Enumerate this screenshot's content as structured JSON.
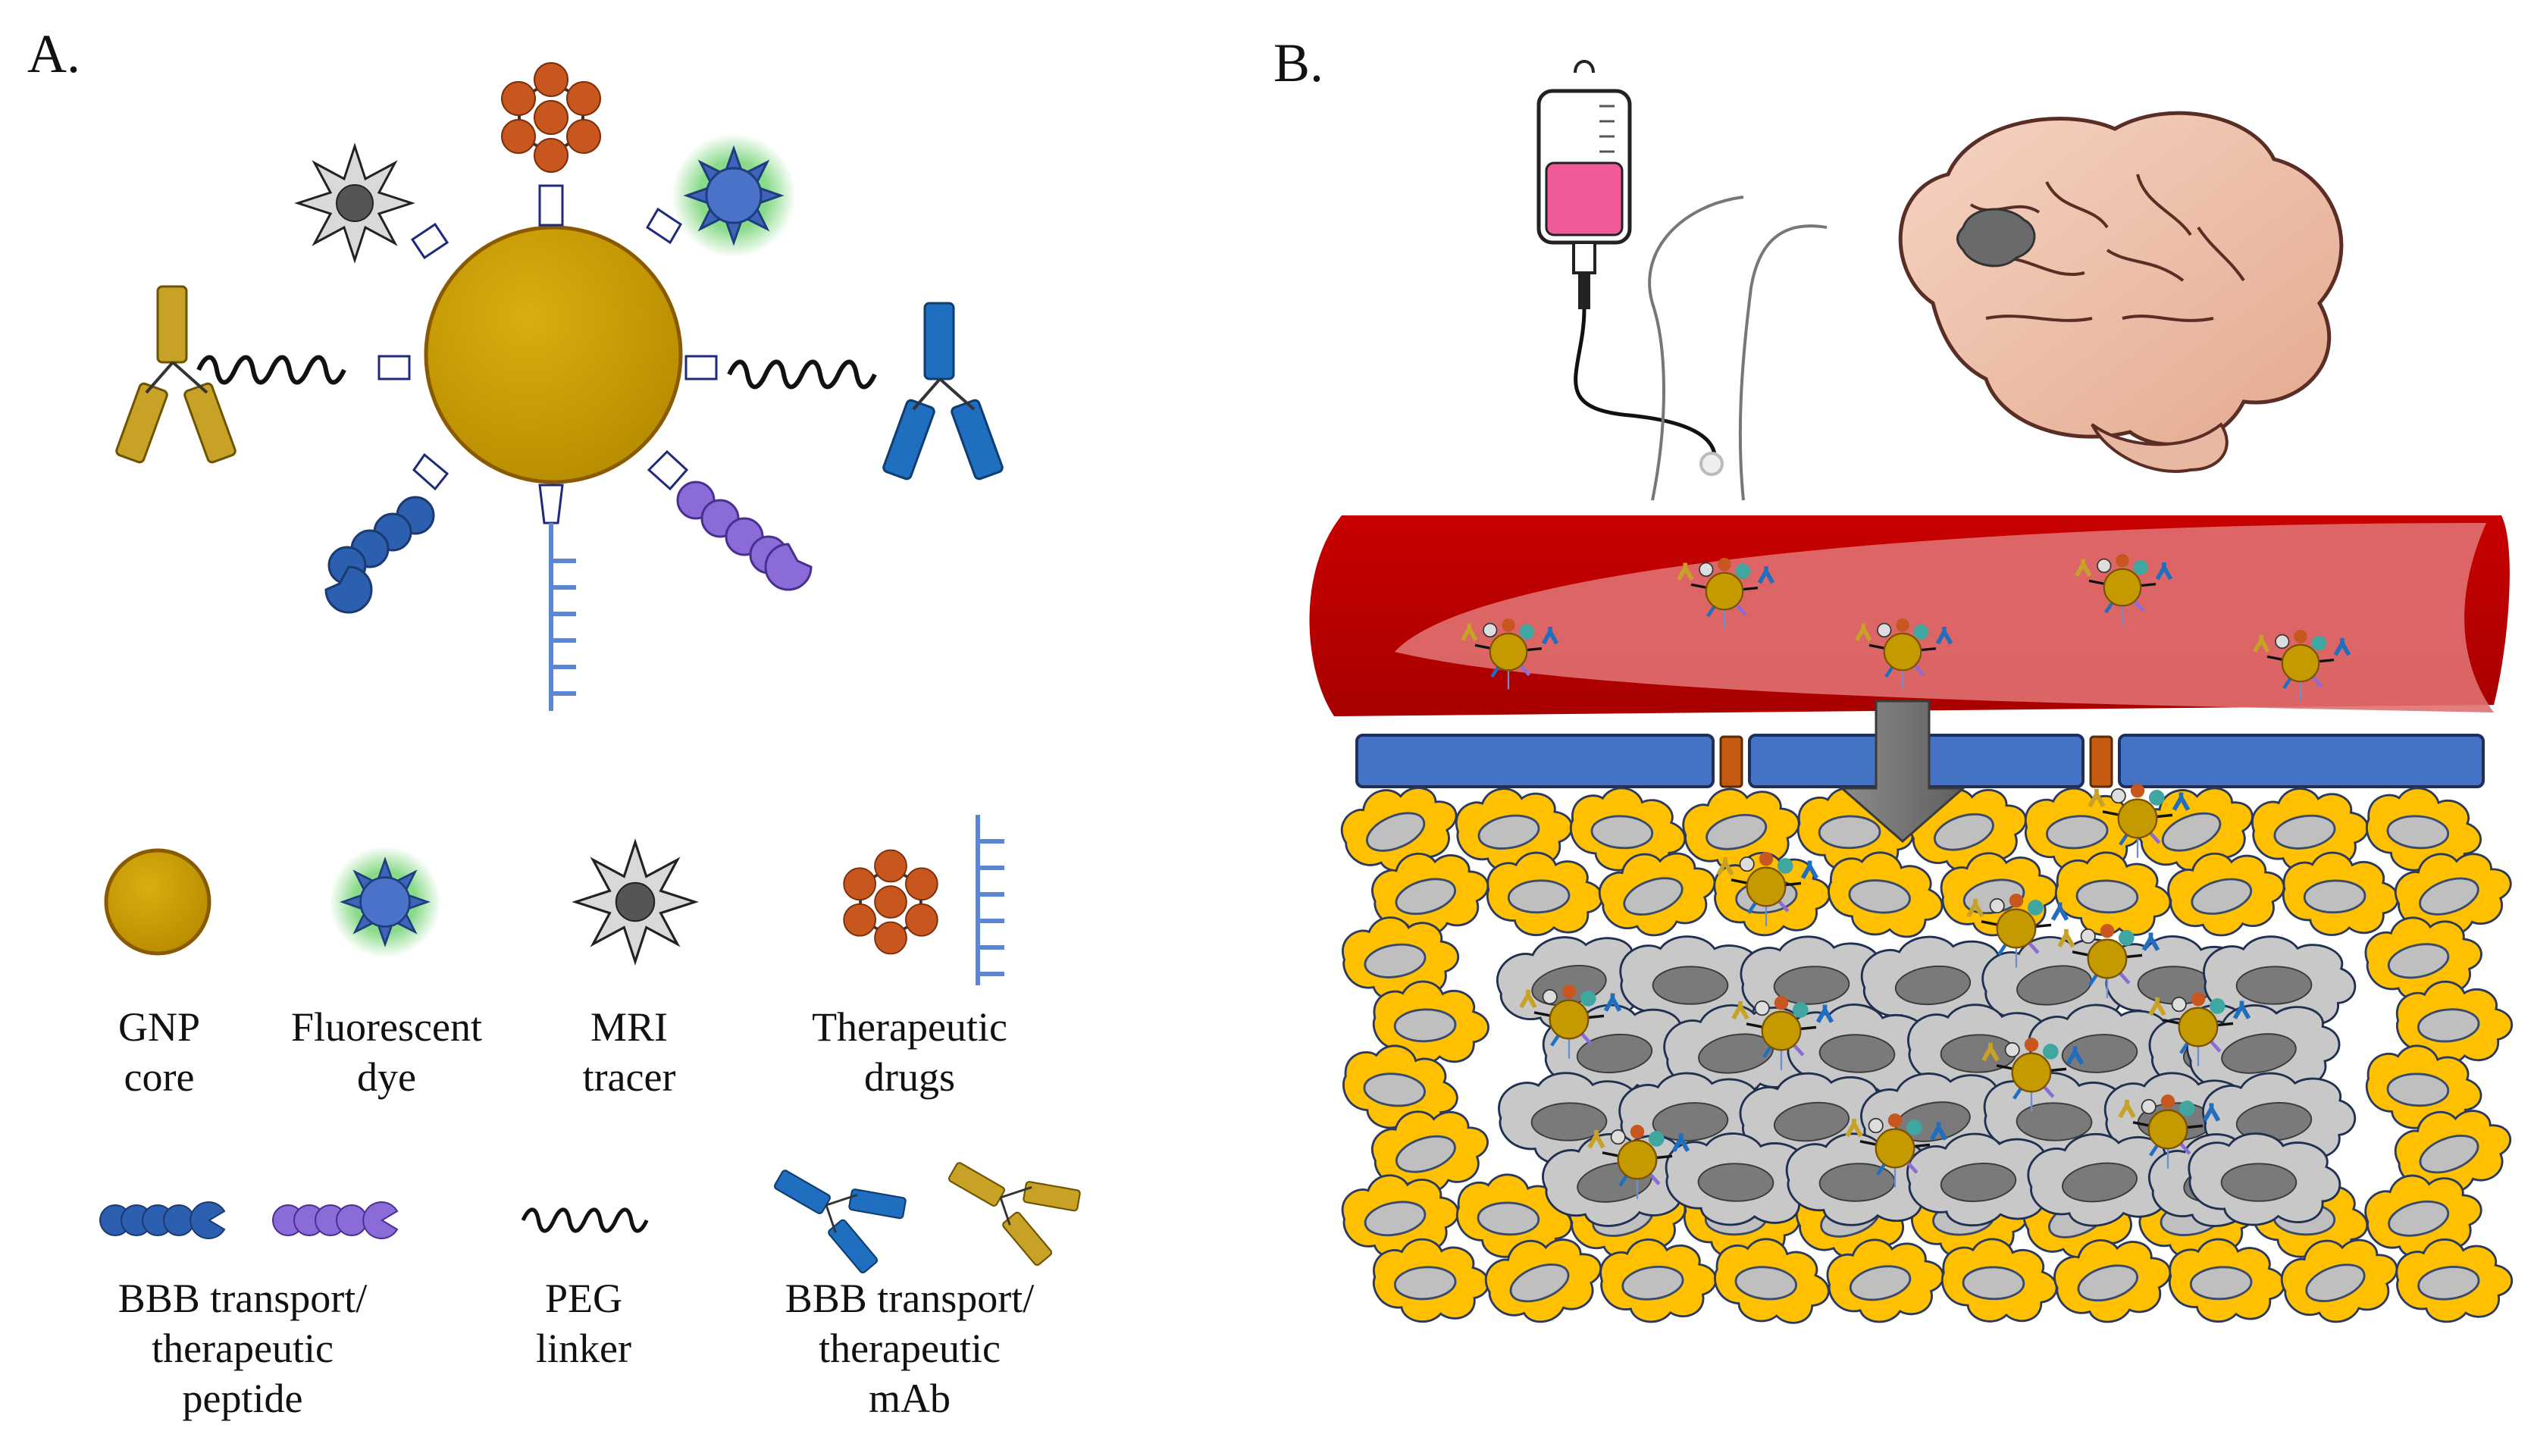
{
  "panels": {
    "a_label": "A.",
    "b_label": "B."
  },
  "legend": {
    "gnp_core": [
      "GNP",
      "core"
    ],
    "fluorescent_dye": [
      "Fluorescent",
      "dye"
    ],
    "mri_tracer": [
      "MRI",
      "tracer"
    ],
    "therapeutic_drugs": [
      "Therapeutic",
      "drugs"
    ],
    "bbb_peptide": [
      "BBB transport/",
      "therapeutic",
      "peptide"
    ],
    "peg_linker": [
      "PEG",
      "linker"
    ],
    "bbb_mab": [
      "BBB transport/",
      "therapeutic",
      "mAb"
    ]
  },
  "colors": {
    "gold": "#C49A00",
    "gold_edge": "#8A5A00",
    "blue_dye": "#4A72C8",
    "glow": "#7CD67C",
    "mri_gray": "#CFCFCF",
    "drug_orange": "#C8561F",
    "mab_blue": "#1F6EC0",
    "mab_gold": "#C8A227",
    "peptide_blue": "#2C5FAF",
    "peptide_purple": "#8A6BD8",
    "vessel_red": "#C00000",
    "vessel_light": "#E07070",
    "bbb_blue": "#4472C4",
    "tight_junction": "#C55A11",
    "astro_yellow": "#FFC000",
    "tumor_gray": "#BFBFBF",
    "iv_fluid": "#F05A9A",
    "brain": "#F2C7B3"
  },
  "icons": [
    "gold-nanoparticle-icon",
    "fluorescent-dye-icon",
    "mri-tracer-icon",
    "drug-ring-icon",
    "peg-linker-icon",
    "peptide-icon",
    "antibody-icon",
    "iv-bag-icon",
    "arm-icon",
    "brain-icon",
    "blood-vessel-icon",
    "arrow-down-icon",
    "cell-icon"
  ]
}
